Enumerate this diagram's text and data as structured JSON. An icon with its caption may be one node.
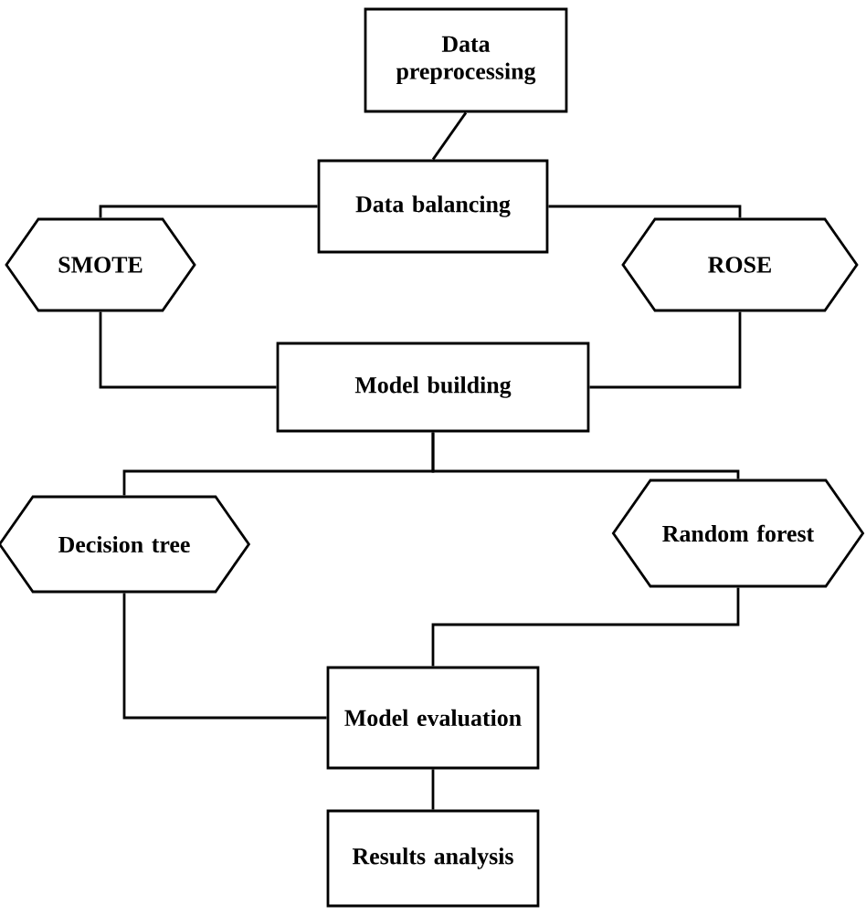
{
  "diagram": {
    "nodes": [
      {
        "text": [
          "Data preprocessing"
        ]
      },
      {
        "text": [
          "Data balancing"
        ]
      },
      {
        "text": [
          "SMOTE"
        ]
      },
      {
        "text": [
          "ROSE"
        ]
      },
      {
        "text": [
          "Model building"
        ]
      },
      {
        "text": [
          "Decision tree"
        ]
      },
      {
        "text": [
          "Random forest"
        ]
      },
      {
        "text": [
          "Model evaluation"
        ]
      },
      {
        "text": [
          "Results analysis"
        ]
      }
    ],
    "edges": [
      {
        "from": 0,
        "to": 1,
        "arrow": "none"
      },
      {
        "from": 1,
        "to": 2,
        "arrow": "none"
      },
      {
        "from": 1,
        "to": 3,
        "arrow": "none"
      },
      {
        "from": 2,
        "to": 4,
        "arrow": "none"
      },
      {
        "from": 3,
        "to": 4,
        "arrow": "none"
      },
      {
        "from": 4,
        "to": 5,
        "arrow": "none"
      },
      {
        "from": 4,
        "to": 6,
        "arrow": "none"
      },
      {
        "from": 5,
        "to": 7,
        "arrow": "none"
      },
      {
        "from": 6,
        "to": 7,
        "arrow": "none"
      },
      {
        "from": 7,
        "to": 8,
        "arrow": "none"
      }
    ]
  }
}
